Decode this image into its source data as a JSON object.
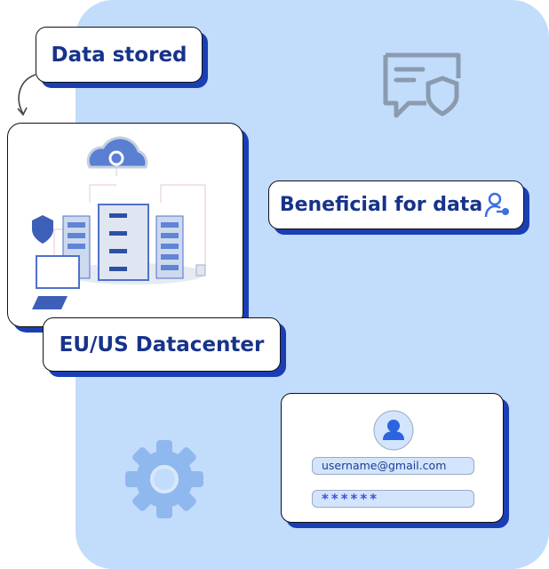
{
  "labels": {
    "data_stored": "Data stored",
    "datacenter": "EU/US Datacenter",
    "beneficial": "Beneficial for data"
  },
  "login_card": {
    "email": "username@gmail.com",
    "password": "******"
  },
  "colors": {
    "panel": "#c2dcfb",
    "accent": "#1a3fb5",
    "text": "#17338a"
  }
}
